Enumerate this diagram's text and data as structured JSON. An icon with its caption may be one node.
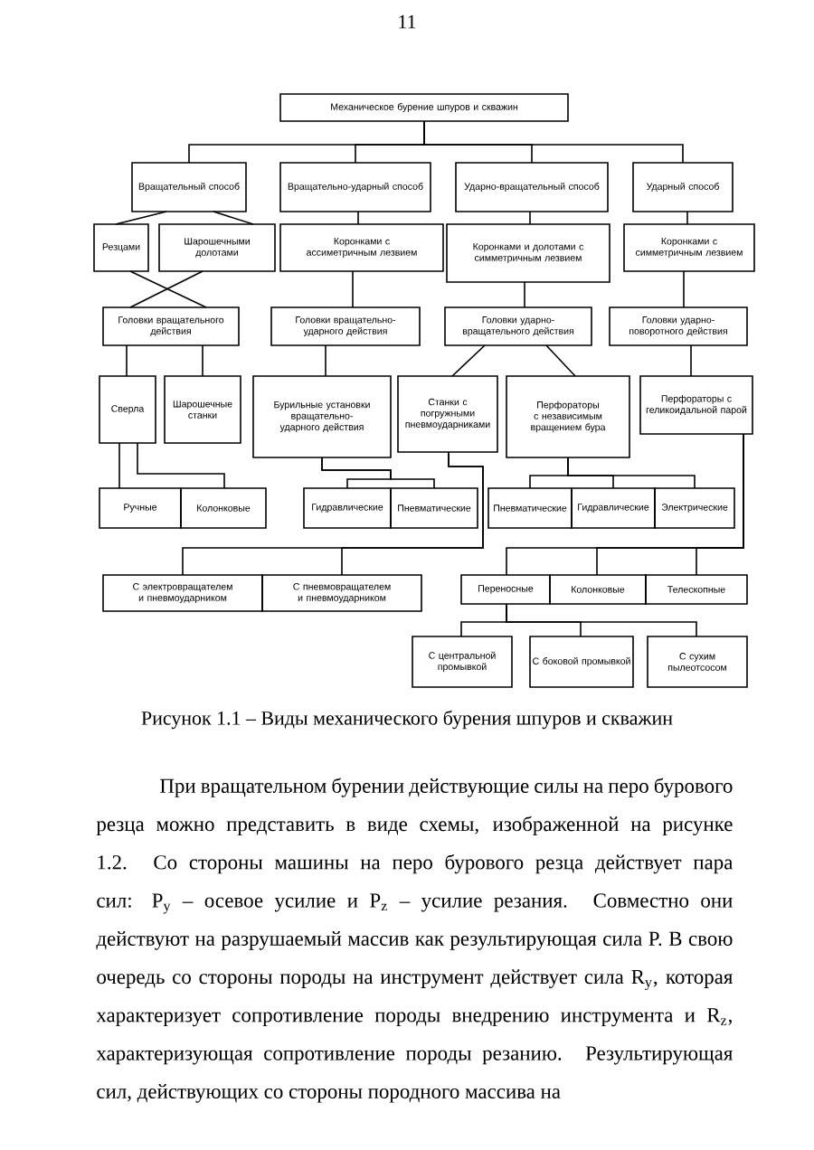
{
  "diagram": {
    "caption": "Рисунок 1.1 – Виды механического бурения шпуров и скважин",
    "nodes": [
      {
        "text": [
          "Механическое бурение шпуров и скважин"
        ]
      },
      {
        "text": [
          "Вращательный способ"
        ]
      },
      {
        "text": [
          "Вращательно-ударный способ"
        ]
      },
      {
        "text": [
          "Ударно-вращательный способ"
        ]
      },
      {
        "text": [
          "Ударный способ"
        ]
      },
      {
        "text": [
          "Резцами"
        ]
      },
      {
        "text": [
          "Шарошечными долотами"
        ]
      },
      {
        "text": [
          "Коронками с ассиметричным лезвием"
        ]
      },
      {
        "text": [
          "Коронками и долотами с симметричным лезвием"
        ]
      },
      {
        "text": [
          "Коронками с симметричным лезвием"
        ]
      },
      {
        "text": [
          "Головки вращательного действия"
        ]
      },
      {
        "text": [
          "Головки вращательно-ударного действия"
        ]
      },
      {
        "text": [
          "Головки ударно-вращательного действия"
        ]
      },
      {
        "text": [
          "Головки ударно-поворотного действия"
        ]
      },
      {
        "text": [
          "Сверла"
        ]
      },
      {
        "text": [
          "Шарошечные станки"
        ]
      },
      {
        "text": [
          "Бурильные установки вращательно-ударного действия"
        ]
      },
      {
        "text": [
          "Станки с погружными пневмоударниками"
        ]
      },
      {
        "text": [
          "Перфораторы с независимым вращением бура"
        ]
      },
      {
        "text": [
          "Перфораторы с геликоидальной парой"
        ]
      },
      {
        "text": [
          "Ручные"
        ]
      },
      {
        "text": [
          "Колонковые"
        ]
      },
      {
        "text": [
          "Гидравлические"
        ]
      },
      {
        "text": [
          "Пневматические"
        ]
      },
      {
        "text": [
          "Пневматические"
        ]
      },
      {
        "text": [
          "Гидравлические"
        ]
      },
      {
        "text": [
          "Электрические"
        ]
      },
      {
        "text": [
          "С электровращателем и пневмоударником"
        ]
      },
      {
        "text": [
          "С пневмовращателем и пневмоударником"
        ]
      },
      {
        "text": [
          "Переносные"
        ]
      },
      {
        "text": [
          "Колонковые"
        ]
      },
      {
        "text": [
          "Телескопные"
        ]
      },
      {
        "text": [
          "С центральной промывкой"
        ]
      },
      {
        "text": [
          "С боковой промывкой"
        ]
      },
      {
        "text": [
          "С сухим пылеотсосом"
        ]
      }
    ],
    "edges": [
      {
        "from": 0,
        "to": 1,
        "arrow": "none"
      },
      {
        "from": 0,
        "to": 2,
        "arrow": "none"
      },
      {
        "from": 0,
        "to": 3,
        "arrow": "none"
      },
      {
        "from": 0,
        "to": 4,
        "arrow": "none"
      },
      {
        "from": 1,
        "to": 5,
        "arrow": "none"
      },
      {
        "from": 1,
        "to": 6,
        "arrow": "none"
      },
      {
        "from": 2,
        "to": 7,
        "arrow": "none"
      },
      {
        "from": 3,
        "to": 8,
        "arrow": "none"
      },
      {
        "from": 4,
        "to": 9,
        "arrow": "none"
      },
      {
        "from": 5,
        "to": 10,
        "arrow": "none"
      },
      {
        "from": 6,
        "to": 10,
        "arrow": "none"
      },
      {
        "from": 7,
        "to": 11,
        "arrow": "none"
      },
      {
        "from": 8,
        "to": 12,
        "arrow": "none"
      },
      {
        "from": 9,
        "to": 13,
        "arrow": "none"
      },
      {
        "from": 10,
        "to": 14,
        "arrow": "none"
      },
      {
        "from": 10,
        "to": 15,
        "arrow": "none"
      },
      {
        "from": 11,
        "to": 16,
        "arrow": "none"
      },
      {
        "from": 12,
        "to": 17,
        "arrow": "none"
      },
      {
        "from": 12,
        "to": 18,
        "arrow": "none"
      },
      {
        "from": 13,
        "to": 19,
        "arrow": "none"
      },
      {
        "from": 14,
        "to": 20,
        "arrow": "none"
      },
      {
        "from": 14,
        "to": 21,
        "arrow": "none"
      },
      {
        "from": 16,
        "to": 22,
        "arrow": "none"
      },
      {
        "from": 16,
        "to": 23,
        "arrow": "none"
      },
      {
        "from": 18,
        "to": 24,
        "arrow": "none"
      },
      {
        "from": 18,
        "to": 25,
        "arrow": "none"
      },
      {
        "from": 18,
        "to": 26,
        "arrow": "none"
      },
      {
        "from": 17,
        "to": 27,
        "arrow": "none"
      },
      {
        "from": 17,
        "to": 28,
        "arrow": "none"
      },
      {
        "from": 19,
        "to": 29,
        "arrow": "none"
      },
      {
        "from": 19,
        "to": 30,
        "arrow": "none"
      },
      {
        "from": 19,
        "to": 31,
        "arrow": "none"
      },
      {
        "from": 29,
        "to": 32,
        "arrow": "none"
      },
      {
        "from": 29,
        "to": 33,
        "arrow": "none"
      },
      {
        "from": 29,
        "to": 34,
        "arrow": "none"
      }
    ],
    "labels": [
      "11",
      "При вращательном бурении действующие силы на перо бурового резца можно представить в виде схемы, изображенной на рисунке 1.2. Со стороны машины на перо бурового резца действует пара сил: P$_{y}$ – осевое усилие и P$_{z}$ – усилие резания. Совместно они действуют на разрушаемый массив как результирующая сила P. В свою очередь со стороны породы на инструмент действует сила R$_{y}$, которая характеризует сопротивление породы внедрению инструмента и R$_{z}$, характеризующая сопротивление породы резанию. Результирующая сил, действующих со стороны породного массива на"
    ]
  }
}
